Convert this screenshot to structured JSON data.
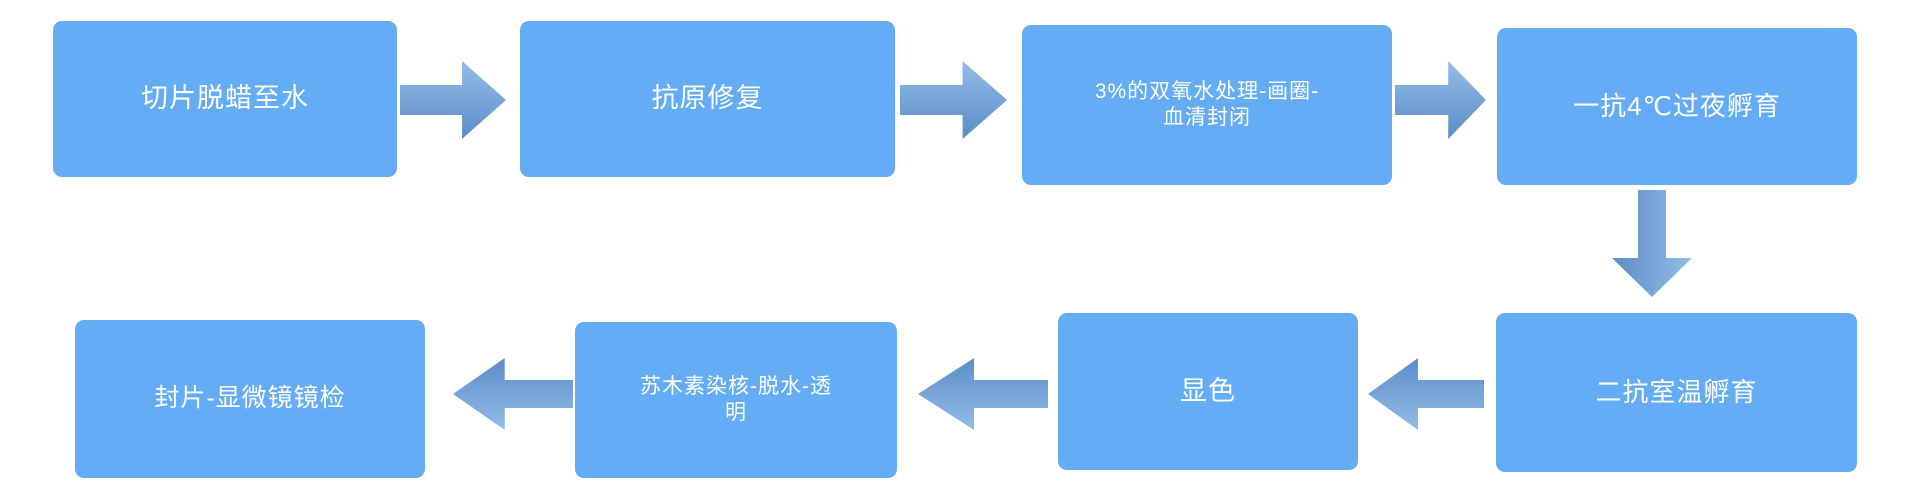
{
  "flowchart": {
    "title": "immunohistochemistry-staining-workflow",
    "steps": [
      {
        "id": "dewax",
        "label": "切片脱蜡至水"
      },
      {
        "id": "antigen-retrieval",
        "label": "抗原修复"
      },
      {
        "id": "peroxide-blocking",
        "label": "3%的双氧水处理-画圈-\n血清封闭"
      },
      {
        "id": "primary-antibody",
        "label": "一抗4℃过夜孵育"
      },
      {
        "id": "secondary-antibody",
        "label": "二抗室温孵育"
      },
      {
        "id": "color-development",
        "label": "显色"
      },
      {
        "id": "hematoxylin",
        "label": "苏木素染核-脱水-透\n明"
      },
      {
        "id": "mounting",
        "label": "封片-显微镜镜检"
      }
    ],
    "flow": [
      "dewax -> antigen-retrieval",
      "antigen-retrieval -> peroxide-blocking",
      "peroxide-blocking -> primary-antibody",
      "primary-antibody -> secondary-antibody",
      "secondary-antibody -> color-development",
      "color-development -> hematoxylin",
      "hematoxylin -> mounting"
    ],
    "colors": {
      "box_fill": "#64ACF5",
      "text": "#FFFFFF",
      "arrow_gradient_light": "#93BCE8",
      "arrow_gradient_dark": "#5C8DC9",
      "background": "#FFFFFF"
    }
  }
}
